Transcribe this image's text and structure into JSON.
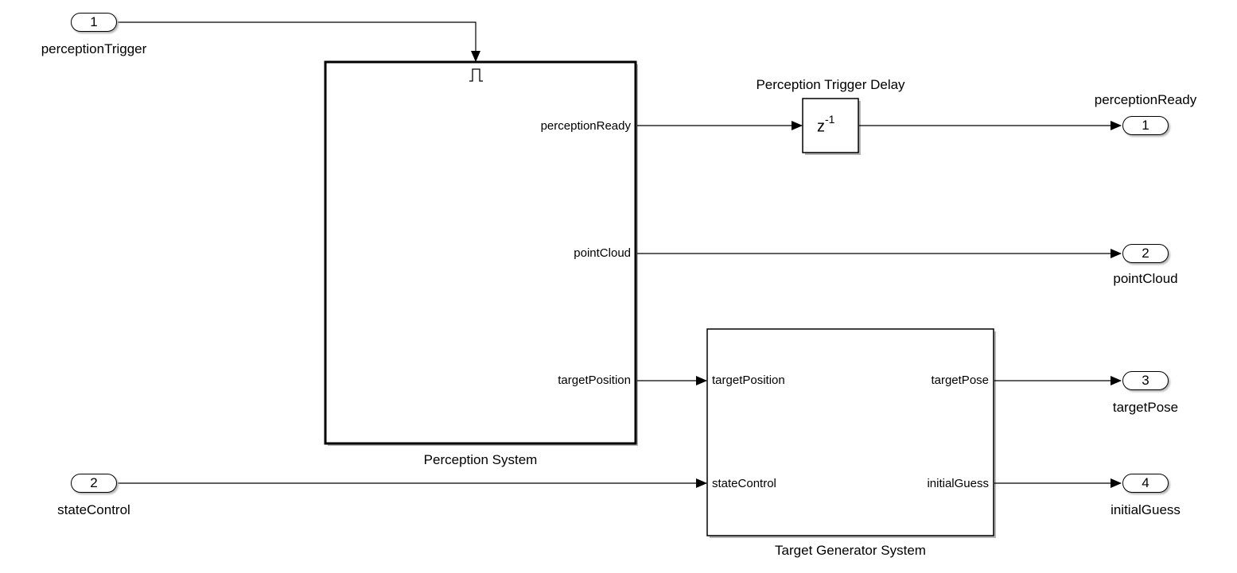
{
  "inports": [
    {
      "number": "1",
      "name": "perceptionTrigger"
    },
    {
      "number": "2",
      "name": "stateControl"
    }
  ],
  "outports": [
    {
      "number": "1",
      "name": "perceptionReady"
    },
    {
      "number": "2",
      "name": "pointCloud"
    },
    {
      "number": "3",
      "name": "targetPose"
    },
    {
      "number": "4",
      "name": "initialGuess"
    }
  ],
  "perception_system": {
    "name": "Perception System",
    "outputs": [
      "perceptionReady",
      "pointCloud",
      "targetPosition"
    ]
  },
  "delay_block": {
    "name": "Perception Trigger Delay",
    "symbol_base": "z",
    "symbol_exponent": "-1"
  },
  "target_generator": {
    "name": "Target Generator System",
    "inputs": [
      "targetPosition",
      "stateControl"
    ],
    "outputs": [
      "targetPose",
      "initialGuess"
    ]
  },
  "colors": {
    "line": "#000000",
    "shadow": "#b5b5b5",
    "background": "#ffffff"
  }
}
